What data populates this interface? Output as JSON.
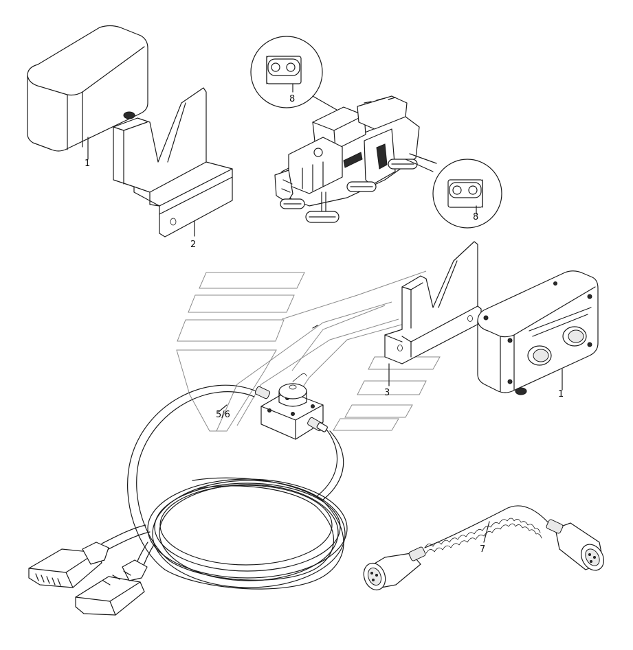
{
  "callouts": {
    "sensor_box_1": "1",
    "bracket_2": "2",
    "detail_top_8": "8",
    "detail_right_8": "8",
    "bracket_3": "3",
    "sensor_unit": "5/6",
    "control_box_1": "1",
    "coil_cable_7": "7"
  },
  "colors": {
    "line": "#1a1a1a",
    "ghost": "#8a8a8a",
    "background": "#ffffff"
  }
}
